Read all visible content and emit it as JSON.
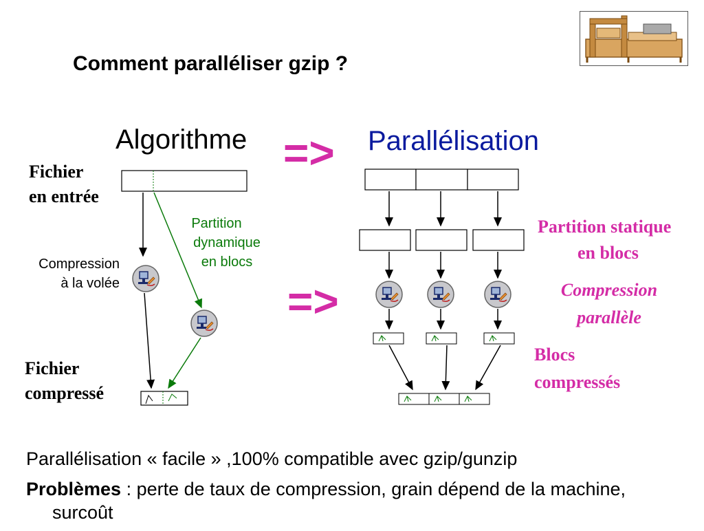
{
  "title": "Comment paralléliser gzip ?",
  "algo": {
    "heading": "Algorithme",
    "input_label": [
      "Fichier",
      "en entrée"
    ],
    "compress_label": [
      "Compression",
      "à la volée"
    ],
    "partition_label": [
      "Partition",
      "dynamique",
      "en blocs"
    ],
    "output_label": [
      "Fichier",
      "compressé"
    ]
  },
  "arrow_symbol": "=>",
  "parallel": {
    "heading": "Parallélisation",
    "static_partition": [
      "Partition statique",
      "en blocs"
    ],
    "parallel_compression": [
      "Compression",
      "parallèle"
    ],
    "compressed_blocks": [
      "Blocs",
      "compressés"
    ]
  },
  "bottom": {
    "line1": "Parallélisation « facile  » ,100% compatible avec gzip/gunzip",
    "line2_bold": "Problèmes",
    "line2_rest": " : perte de taux de compression, grain dépend de la machine, surcoût"
  },
  "colors": {
    "magenta": "#d42ca6",
    "blue_heading": "#0a1a9e",
    "green_arrow": "#0a7a0a"
  },
  "icons": {
    "compressor": "computer-compress-icon",
    "logo": "printing-press-icon"
  }
}
